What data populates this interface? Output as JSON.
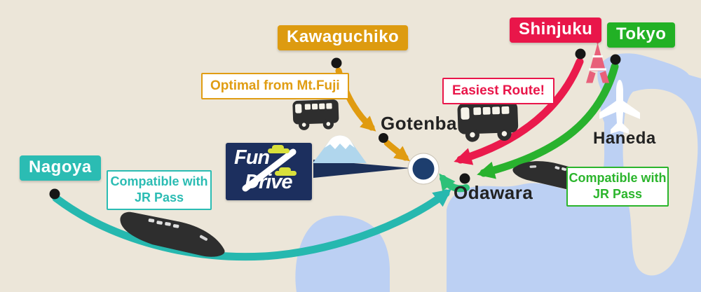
{
  "map": {
    "land_color": "#ece6d9",
    "water_color": "#bcd0f3",
    "dot_color": "#161616",
    "destination_marker_color": "#1d3e6e",
    "pointer_color": "#1c3059"
  },
  "cities": {
    "kawaguchiko": {
      "label": "Kawaguchiko",
      "color": "#dd9b10"
    },
    "shinjuku": {
      "label": "Shinjuku",
      "color": "#e9164a"
    },
    "tokyo": {
      "label": "Tokyo",
      "color": "#22b125"
    },
    "nagoya": {
      "label": "Nagoya",
      "color": "#2bbcb3"
    }
  },
  "waypoints": {
    "gotenba": {
      "label": "Gotenba"
    },
    "haneda": {
      "label": "Haneda"
    },
    "odawara": {
      "label": "Odawara"
    }
  },
  "callouts": {
    "optimal": {
      "text": "Optimal from Mt.Fuji",
      "color": "#e09d13"
    },
    "easiest": {
      "text": "Easiest Route!",
      "color": "#e9164a"
    },
    "jr_pass_teal": {
      "line1": "Compatible with",
      "line2": "JR Pass",
      "color": "#2bbcb3"
    },
    "jr_pass_green": {
      "line1": "Compatible with",
      "line2": "JR Pass",
      "color": "#2bb52c"
    }
  },
  "logo": {
    "word1": "Fun",
    "word2": "Drive",
    "bg_color": "#1c2f5e",
    "car_color": "#d9e03b"
  },
  "routes": {
    "kawaguchiko": {
      "from": "Kawaguchiko",
      "via": "Gotenba",
      "mode": "bus",
      "color": "#e09b10"
    },
    "shinjuku": {
      "from": "Shinjuku",
      "mode": "bus",
      "color": "#ea1a4c"
    },
    "tokyo": {
      "from": "Tokyo",
      "via": "Odawara",
      "mode": "shinkansen",
      "color": "#29b22e"
    },
    "odawara": {
      "from": "Odawara",
      "mode": "shinkansen",
      "color": "#2ec178"
    },
    "nagoya": {
      "from": "Nagoya",
      "mode": "shinkansen",
      "color": "#26b8af"
    }
  }
}
